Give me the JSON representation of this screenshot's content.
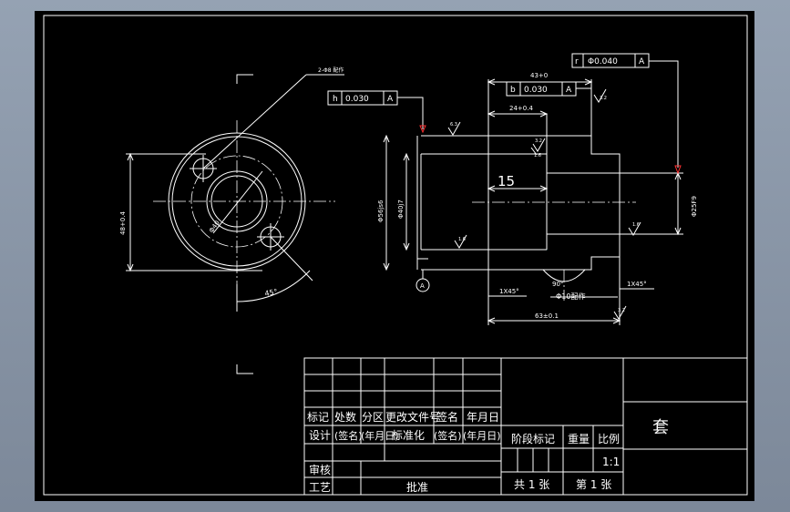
{
  "drawing": {
    "title": "套",
    "scale": "1:1",
    "sheet_total": "共 1 张",
    "sheet_number": "第 1 张",
    "colors": {
      "background": "#000000",
      "line": "#ffffff",
      "hatch": "#00b8b8",
      "arrow": "#ff3030"
    }
  },
  "title_block": {
    "headers": [
      "标记",
      "处数",
      "分区",
      "更改文件号",
      "签名",
      "年月日"
    ],
    "row_design": [
      "设计",
      "(签名)",
      "(年月日)",
      "标准化",
      "(签名)",
      "(年月日)"
    ],
    "audit": "审核",
    "process": "工艺",
    "approve": "批准",
    "stage_mark": "阶段标记",
    "weight": "重量",
    "ratio": "比例"
  },
  "annotations": {
    "holes_note": "2-Φ8 配作",
    "pcd_dim": "Φ40",
    "height_dim": "48+0.4",
    "angle_45": "45°",
    "tol_h": {
      "symbol": "h",
      "value": "0.030",
      "datum": "A"
    },
    "tol_b": {
      "symbol": "b",
      "value": "0.030",
      "datum": "A"
    },
    "tol_r": {
      "symbol": "r",
      "value": "Φ0.040",
      "datum": "A"
    },
    "dim_43": "43+0",
    "dim_24": "24+0.4",
    "dim_15": "15",
    "dim_56": "Φ56js6",
    "dim_40": "Φ40j7",
    "dim_25": "Φ25F9",
    "chamfer_left": "1X45°",
    "chamfer_right": "1X45°",
    "angle_90": "90°",
    "pin_hole": "Φ10配作",
    "length_63": "63±0.1",
    "rough_63": "6.3",
    "rough_16a": "1.6",
    "rough_16b": "1.6",
    "rough_16c": "1.6",
    "rough_32": "3.2",
    "rough_32b": "3.2",
    "rough_32c": "3.2",
    "datum_a": "A"
  }
}
